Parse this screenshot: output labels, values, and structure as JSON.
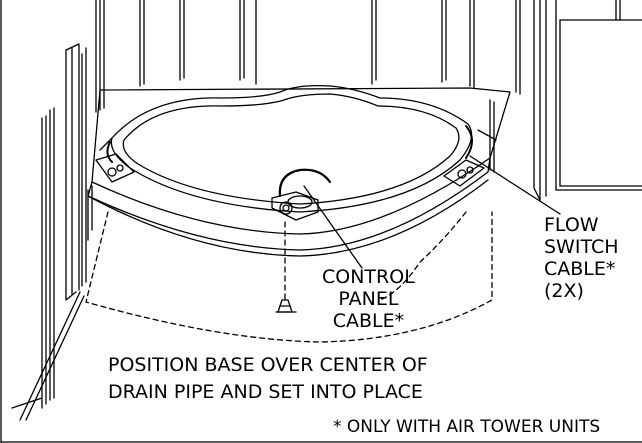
{
  "labels": {
    "control_panel_cable": "CONTROL\nPANEL\nCABLE*",
    "flow_switch_cable": "FLOW\nSWITCH\nCABLE*\n(2X)",
    "instruction": "POSITION BASE OVER CENTER OF\nDRAIN PIPE AND SET INTO PLACE",
    "footnote": "* ONLY WITH AIR TOWER UNITS"
  },
  "colors": {
    "line": "#000000",
    "background": "#ffffff"
  }
}
